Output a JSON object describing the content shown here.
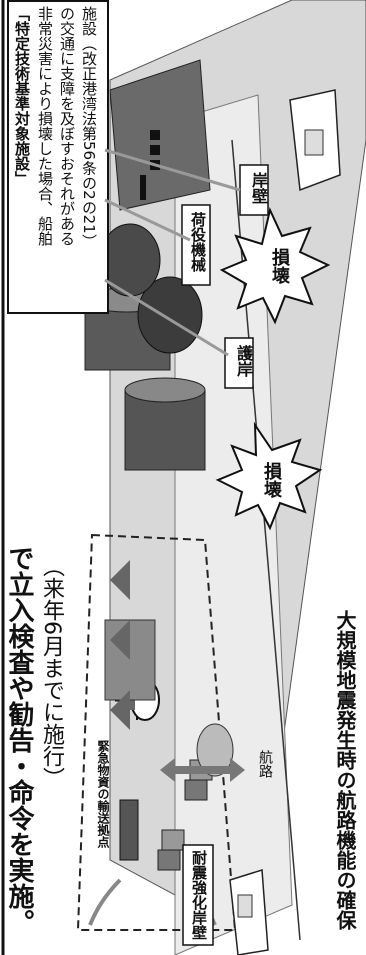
{
  "diagram": {
    "header_line1": "で立入検査や勧告・命令を実施。",
    "header_line2": "（来年6月までに施行）",
    "callout": {
      "line1": "「特定技術基準対象施設」",
      "line2": "非常災害により損壊した場合、船舶",
      "line3": "の交通に支障を及ぼすおそれがある",
      "line4": "施設（改正港湾法第56条の2の21）"
    },
    "labels": {
      "quay": "岸壁",
      "cargo_machine": "荷役機械",
      "revetment": "護岸",
      "damage1": "損壊",
      "damage2": "損壊",
      "emergency_base": "緊急物資の輸送拠点",
      "channel": "航路",
      "seismic_quay": "耐震強化岸壁"
    },
    "caption": "大規模地震発生時の航路機能の確保"
  }
}
